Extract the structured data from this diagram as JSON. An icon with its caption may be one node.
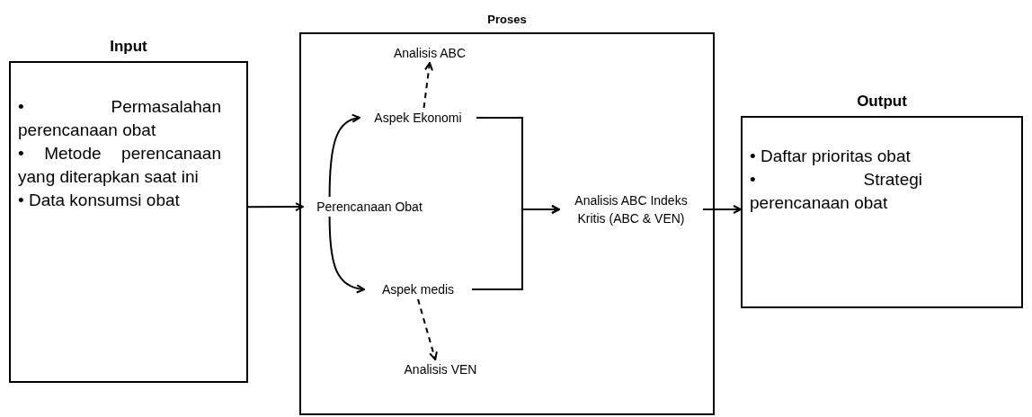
{
  "diagram": {
    "nodes": [
      {
        "text": [
          "Input",
          "• Permasalahan perencanaan obat",
          "• Metode perencanaan yang diterapkan saat ini",
          "• Data konsumsi obat"
        ]
      },
      {
        "text": [
          "Proses"
        ]
      },
      {
        "text": [
          "Analisis ABC"
        ],
        "in": 1
      },
      {
        "text": [
          "Aspek Ekonomi"
        ],
        "in": 1
      },
      {
        "text": [
          "Perencanaan Obat"
        ],
        "in": 1
      },
      {
        "text": [
          "Aspek medis"
        ],
        "in": 1
      },
      {
        "text": [
          "Analisis VEN"
        ],
        "in": 1
      },
      {
        "text": [
          "Analisis ABC Indeks Kritis (ABC & VEN)"
        ],
        "in": 1
      },
      {
        "text": [
          "Output",
          "• Daftar prioritas obat",
          "• Strategi perencanaan obat"
        ]
      }
    ],
    "edges": [
      {
        "from": 0,
        "to": 4,
        "arrow": "to"
      },
      {
        "from": 4,
        "to": 3,
        "arrow": "to"
      },
      {
        "from": 4,
        "to": 5,
        "arrow": "to"
      },
      {
        "from": 3,
        "to": 2,
        "arrow": "to",
        "style": "dashed"
      },
      {
        "from": 5,
        "to": 6,
        "arrow": "to",
        "style": "dashed"
      },
      {
        "from": 3,
        "to": 7,
        "arrow": "to"
      },
      {
        "from": 5,
        "to": 7,
        "arrow": "to"
      },
      {
        "from": 7,
        "to": 8,
        "arrow": "to"
      }
    ]
  }
}
